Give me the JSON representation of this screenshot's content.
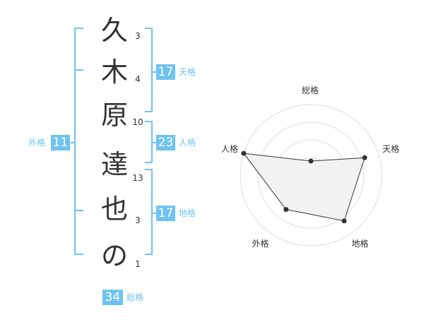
{
  "name_chars": [
    {
      "char": "久",
      "strokes": "3"
    },
    {
      "char": "木",
      "strokes": "4"
    },
    {
      "char": "原",
      "strokes": "10"
    },
    {
      "char": "達",
      "strokes": "13"
    },
    {
      "char": "也",
      "strokes": "3"
    },
    {
      "char": "の",
      "strokes": "1"
    }
  ],
  "kaku": {
    "tenkaku": {
      "value": "17",
      "label": "天格"
    },
    "jinkaku": {
      "value": "23",
      "label": "人格"
    },
    "chikaku": {
      "value": "17",
      "label": "地格"
    },
    "gaikaku": {
      "value": "11",
      "label": "外格"
    },
    "soukaku": {
      "value": "34",
      "label": "総格"
    }
  },
  "colors": {
    "accent": "#6fc3f0",
    "text": "#333333",
    "radar_fill": "#f2f2f2",
    "radar_grid": "#dddddd"
  },
  "chart_data": {
    "type": "radar",
    "axes": [
      "総格",
      "天格",
      "地格",
      "外格",
      "人格"
    ],
    "scale_rings": 4,
    "values": [
      1,
      4,
      4,
      3,
      5
    ],
    "max": 5
  }
}
